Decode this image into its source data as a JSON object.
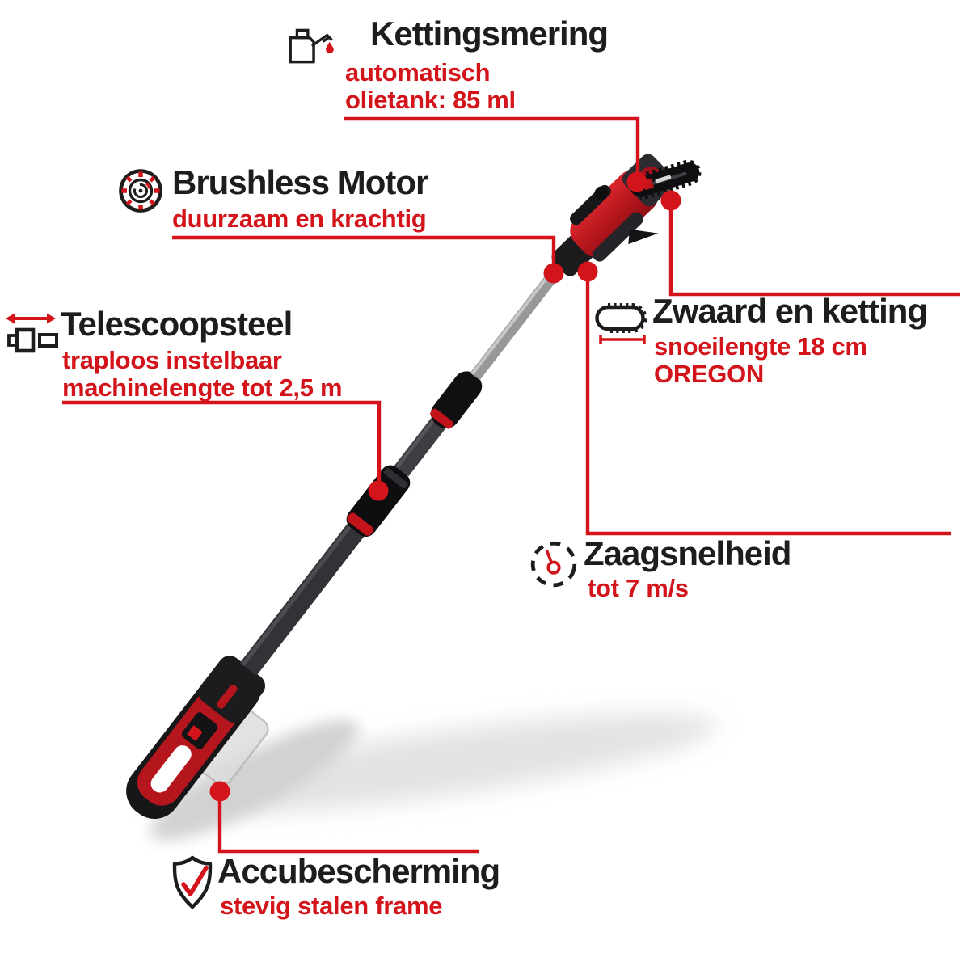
{
  "colors": {
    "accent": "#d3141a",
    "text": "#1d1d1b",
    "product_red": "#b5161d"
  },
  "features": [
    {
      "id": "kettingsmering",
      "icon": "oil-can-icon",
      "title": "Kettingsmering",
      "subtitle_lines": [
        "automatisch",
        "olietank: 85 ml"
      ]
    },
    {
      "id": "brushless-motor",
      "icon": "brushless-motor-icon",
      "title": "Brushless Motor",
      "subtitle_lines": [
        "duurzaam en krachtig"
      ]
    },
    {
      "id": "telescoopsteel",
      "icon": "telescopic-arrow-icon",
      "title": "Telescoopsteel",
      "subtitle_lines": [
        "traploos instelbaar",
        "machinelengte tot 2,5 m"
      ]
    },
    {
      "id": "zwaard-en-ketting",
      "icon": "chain-bar-icon",
      "title": "Zwaard en ketting",
      "subtitle_lines": [
        "snoeilengte 18 cm",
        "OREGON"
      ]
    },
    {
      "id": "zaagsnelheid",
      "icon": "speedometer-icon",
      "title": "Zaagsnelheid",
      "subtitle_lines": [
        "tot 7 m/s"
      ]
    },
    {
      "id": "accubescherming",
      "icon": "shield-check-icon",
      "title": "Accubescherming",
      "subtitle_lines": [
        "stevig stalen frame"
      ]
    }
  ]
}
